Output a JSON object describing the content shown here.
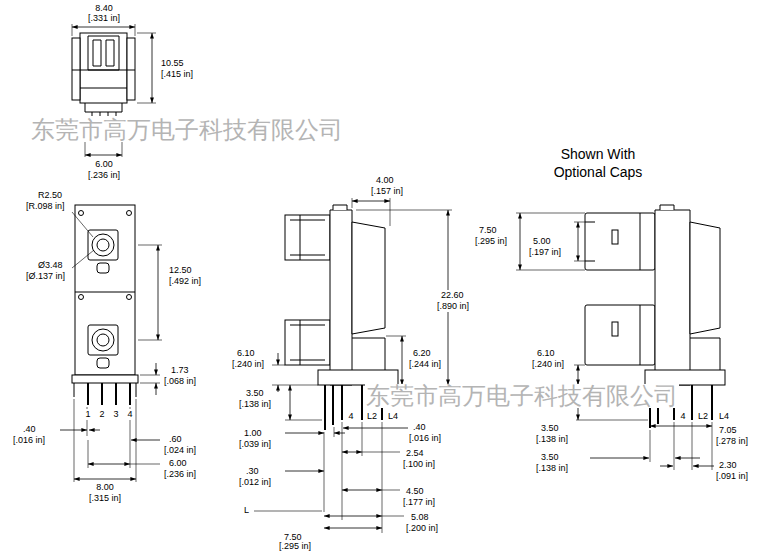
{
  "diagram": {
    "labels": [
      "8.40",
      "[.331 in]",
      "10.55",
      "[.415 in]",
      "6.00",
      "[.236 in]",
      "东莞市高万电子科技有限公司",
      "R2.50",
      "[R.098 in]",
      "Ø3.48",
      "[Ø.137 in]",
      "12.50",
      "[.492 in]",
      "1.73",
      "[.068 in]",
      "1",
      "2",
      "3",
      "4",
      ".40",
      "[.016 in]",
      ".60",
      "[.024 in]",
      "6.00",
      "[.236 in]",
      "8.00",
      "[.315 in]",
      "4.00",
      "[.157 in]",
      "22.60",
      "[.890 in]",
      "6.10",
      "[.240 in]",
      "6.20",
      "[.244 in]",
      "3.50",
      "[.138 in]",
      "4",
      "L2",
      "L4",
      "1.00",
      "[.039 in]",
      ".40",
      "[.016 in]",
      "2.54",
      "[.100 in]",
      ".30",
      "[.012 in]",
      "4.50",
      "[.177 in]",
      "L",
      "5.08",
      "[.200 in]",
      "7.50",
      "[.295 in]",
      "Shown With Optional Caps",
      "7.50",
      "[.295 in]",
      "5.00",
      "[.197 in]",
      "6.10",
      "[.240 in]",
      "3.50",
      "[.138 in]",
      "4",
      "L2",
      "L4",
      "7.05",
      "[.278 in]",
      "3.50",
      "[.138 in]",
      "2.30",
      "[.091 in]",
      "东莞市高万电子科技有限公司"
    ]
  }
}
